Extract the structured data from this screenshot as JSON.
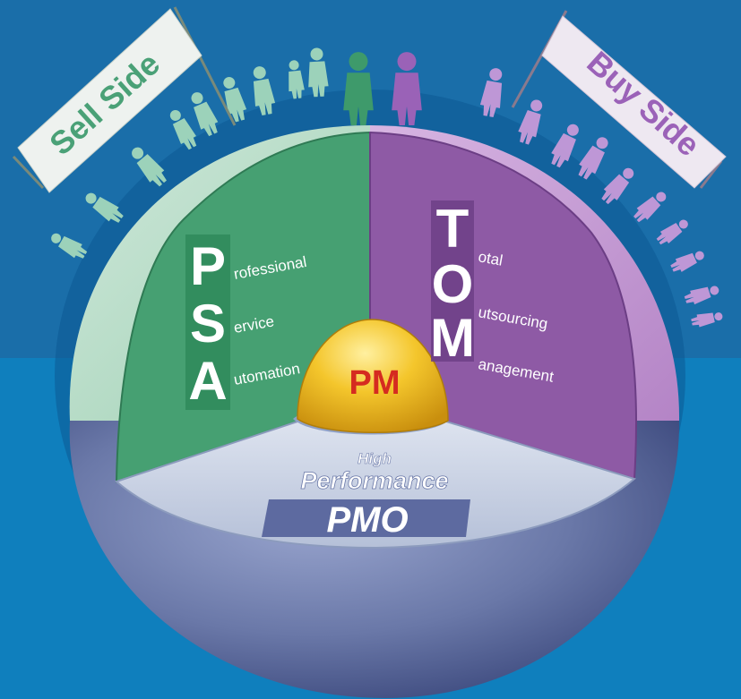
{
  "colors": {
    "background": "#0f78b3",
    "sell_side": "#4aa177",
    "buy_side": "#8e5aa5",
    "pmo_floor": "#c2ccdf",
    "sphere_body": "#6a78a8",
    "pm_dome": "#f2c12a",
    "pm_text": "#d52b20"
  },
  "banners": {
    "sell": "Sell Side",
    "buy": "Buy Side"
  },
  "psa": {
    "letters": [
      "P",
      "S",
      "A"
    ],
    "words": [
      "rofessional",
      "ervice",
      "utomation"
    ]
  },
  "tom": {
    "letters": [
      "T",
      "O",
      "M"
    ],
    "words": [
      "otal",
      "utsourcing",
      "anagement"
    ]
  },
  "pm": "PM",
  "pmo": {
    "line1": "High",
    "line2": "Performance",
    "label": "PMO"
  },
  "icons": [
    "handshake-icon",
    "person-icon"
  ]
}
